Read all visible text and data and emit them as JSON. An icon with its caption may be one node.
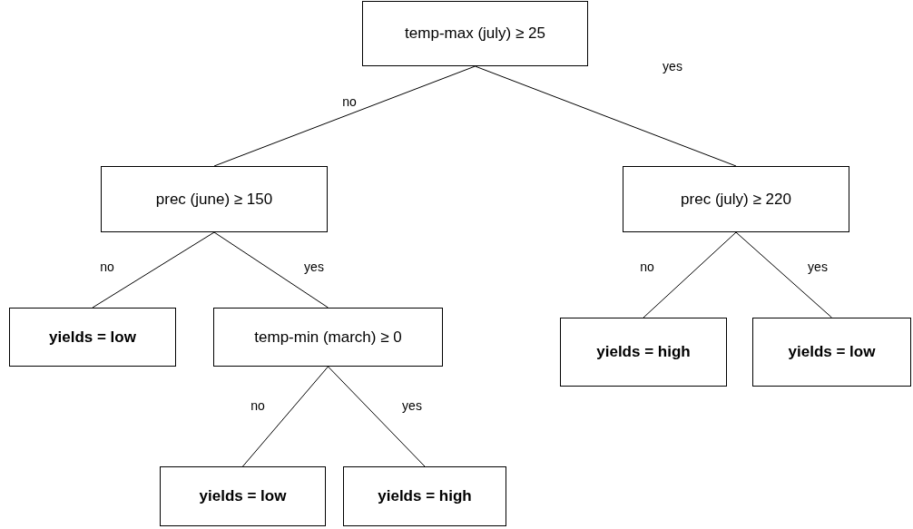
{
  "diagram": {
    "nodes": [
      {
        "text": [
          "temp-max (july) ≥ 25"
        ]
      },
      {
        "text": [
          "prec (june) ≥ 150"
        ]
      },
      {
        "text": [
          "prec (july) ≥ 220"
        ]
      },
      {
        "text": [
          "yields = low"
        ]
      },
      {
        "text": [
          "temp-min (march) ≥ 0"
        ]
      },
      {
        "text": [
          "yields = high"
        ]
      },
      {
        "text": [
          "yields = low"
        ]
      },
      {
        "text": [
          "yields = low"
        ]
      },
      {
        "text": [
          "yields = high"
        ]
      }
    ],
    "edges": [
      {
        "from": 0,
        "to": 1,
        "arrow": "none",
        "label": "no"
      },
      {
        "from": 0,
        "to": 2,
        "arrow": "none",
        "label": "yes"
      },
      {
        "from": 1,
        "to": 3,
        "arrow": "none",
        "label": "no"
      },
      {
        "from": 1,
        "to": 4,
        "arrow": "none",
        "label": "yes"
      },
      {
        "from": 2,
        "to": 5,
        "arrow": "none",
        "label": "no"
      },
      {
        "from": 2,
        "to": 6,
        "arrow": "none",
        "label": "yes"
      },
      {
        "from": 4,
        "to": 7,
        "arrow": "none",
        "label": "no"
      },
      {
        "from": 4,
        "to": 8,
        "arrow": "none",
        "label": "yes"
      }
    ]
  }
}
